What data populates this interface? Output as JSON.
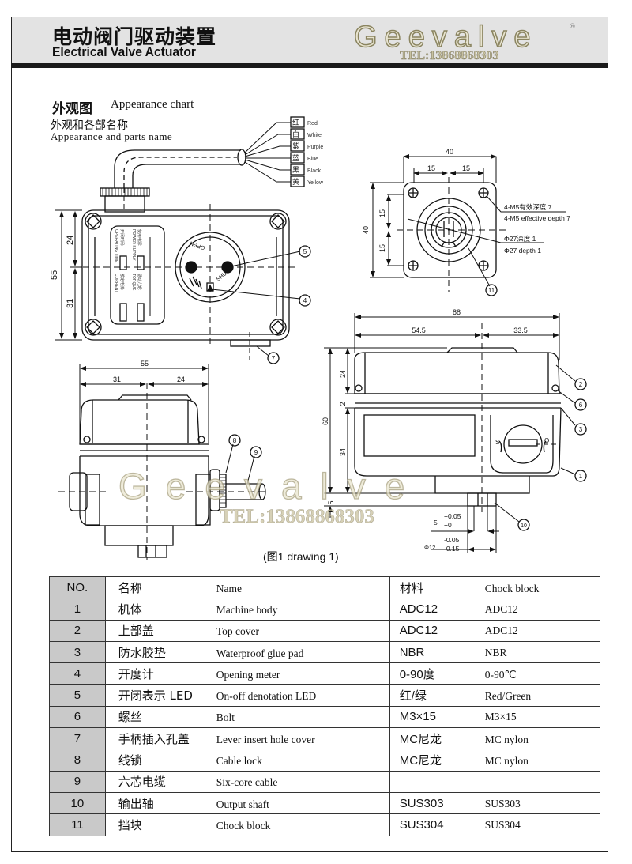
{
  "header": {
    "title_cn": "电动阀门驱动装置",
    "title_en": "Electrical Valve Actuator",
    "brand": "Geevalve",
    "brand_mark": "®",
    "tel": "TEL:13868868303"
  },
  "section": {
    "title_cn": "外观图",
    "title_en": "Appearance chart",
    "subtitle_cn": "外观和各部名称",
    "subtitle_en": "Appearance and parts name"
  },
  "wires": [
    {
      "cn": "红",
      "en": "Red"
    },
    {
      "cn": "白",
      "en": "White"
    },
    {
      "cn": "紫",
      "en": "Purple"
    },
    {
      "cn": "蓝",
      "en": "Blue"
    },
    {
      "cn": "黑",
      "en": "Black"
    },
    {
      "cn": "黄",
      "en": "Yellow"
    }
  ],
  "front_view": {
    "dim_total": "55",
    "dim_top": "24",
    "dim_bottom": "31",
    "dial_open": "OPEN",
    "dial_shut": "SHUT",
    "label_power_cn": "使用电源:",
    "label_power_en": "POWER SUPPLY",
    "label_torque_cn": "驱动力矩:",
    "label_torque_en": "TORQUE",
    "label_time_cn": "开闭时间:",
    "label_time_en": "OPERATING TIME",
    "label_current_cn": "额定电流:",
    "label_current_en": "CURRENT",
    "callouts": [
      "5",
      "4",
      "7"
    ]
  },
  "bottom_view": {
    "dim_width": "40",
    "dim_half_left": "15",
    "dim_half_right": "15",
    "dim_height": "40",
    "dim_v_top": "15",
    "dim_v_bottom": "15",
    "note1_cn": "4-M5有效深度 7",
    "note1_en": "4-M5 effective depth 7",
    "note2_cn": "Φ27深度 1",
    "note2_en": "Φ27 depth 1",
    "callout": "11"
  },
  "side_view": {
    "dim_total": "55",
    "dim_left": "31",
    "dim_right": "24",
    "callouts": [
      "8",
      "9"
    ]
  },
  "right_view": {
    "dim_width": "88",
    "dim_left": "54.5",
    "dim_right": "33.5",
    "dim_height": "60",
    "dim_top": "24",
    "dim_gasket": "2",
    "dim_body": "34",
    "dim_shaft": "5",
    "tol_key": "5",
    "tol_key_upper": "+0.05",
    "tol_key_lower": "+0",
    "tol_dia": "Φ12",
    "tol_dia_upper": "-0.05",
    "tol_dia_lower": "-0.15",
    "dial_s": "S",
    "dial_o": "O",
    "callouts": [
      "2",
      "6",
      "3",
      "1",
      "10"
    ]
  },
  "caption": "(图1 drawing 1)",
  "table": {
    "headers": {
      "no": "NO.",
      "name_cn": "名称",
      "name_en": "Name",
      "mat_cn": "材料",
      "mat_en": "Chock block"
    },
    "rows": [
      {
        "no": "1",
        "name_cn": "机体",
        "name_en": "Machine body",
        "mat_cn": "ADC12",
        "mat_en": "ADC12"
      },
      {
        "no": "2",
        "name_cn": "上部盖",
        "name_en": "Top cover",
        "mat_cn": "ADC12",
        "mat_en": "ADC12"
      },
      {
        "no": "3",
        "name_cn": "防水胶垫",
        "name_en": "Waterproof glue pad",
        "mat_cn": "NBR",
        "mat_en": "NBR"
      },
      {
        "no": "4",
        "name_cn": "开度计",
        "name_en": "Opening meter",
        "mat_cn": "0-90度",
        "mat_en": "0-90℃"
      },
      {
        "no": "5",
        "name_cn": "开闭表示 LED",
        "name_en": "On-off denotation LED",
        "mat_cn": "红/绿",
        "mat_en": "Red/Green"
      },
      {
        "no": "6",
        "name_cn": "螺丝",
        "name_en": "Bolt",
        "mat_cn": "M3×15",
        "mat_en": "M3×15"
      },
      {
        "no": "7",
        "name_cn": "手柄插入孔盖",
        "name_en": "Lever insert hole cover",
        "mat_cn": "MC尼龙",
        "mat_en": "MC nylon"
      },
      {
        "no": "8",
        "name_cn": "线锁",
        "name_en": "Cable lock",
        "mat_cn": "MC尼龙",
        "mat_en": "MC nylon"
      },
      {
        "no": "9",
        "name_cn": "六芯电缆",
        "name_en": "Six-core cable",
        "mat_cn": "",
        "mat_en": ""
      },
      {
        "no": "10",
        "name_cn": "输出轴",
        "name_en": "Output shaft",
        "mat_cn": "SUS303",
        "mat_en": "SUS303"
      },
      {
        "no": "11",
        "name_cn": "挡块",
        "name_en": "Chock block",
        "mat_cn": "SUS304",
        "mat_en": "SUS304"
      }
    ]
  }
}
